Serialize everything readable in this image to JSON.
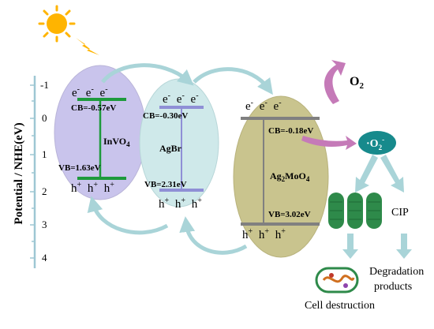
{
  "axis": {
    "label": "Potential / NHE(eV)",
    "ticks": [
      "-1",
      "0",
      "1",
      "2",
      "3",
      "4"
    ]
  },
  "invo4": {
    "name": "InVO",
    "name_sub": "4",
    "cb": "CB=-0.57eV",
    "vb": "VB=1.63eV",
    "electrons": [
      "e",
      "e",
      "e"
    ],
    "holes": [
      "h",
      "h",
      "h"
    ]
  },
  "agbr": {
    "name": "AgBr",
    "cb": "CB=-0.30eV",
    "vb": "VB=2.31eV",
    "electrons": [
      "e",
      "e",
      "e"
    ],
    "holes": [
      "h",
      "h",
      "h"
    ]
  },
  "ag2moo4": {
    "name_parts": [
      "Ag",
      "2",
      "MoO",
      "4"
    ],
    "cb": "CB=-0.18eV",
    "vb": "VB=3.02eV",
    "electrons": [
      "e",
      "e",
      "e"
    ],
    "holes": [
      "h",
      "h",
      "h"
    ]
  },
  "charges": {
    "electron_sup": "-",
    "hole_sup": "+"
  },
  "species": {
    "o2": "O",
    "o2_sub": "2",
    "superoxide_dot": "·",
    "superoxide": "O",
    "superoxide_sub": "2",
    "superoxide_sup": "-",
    "cip": "CIP"
  },
  "results": {
    "degradation_1": "Degradation",
    "degradation_2": "products",
    "cell": "Cell destruction"
  },
  "colors": {
    "invo4_fill": "#c9c4ec",
    "agbr_fill": "#cfe9ea",
    "ag2moo4_fill": "#c9c48e",
    "green_band": "#1e9a3c",
    "purple_band": "#8f8fd6",
    "gray_band": "#808080",
    "arrow_teal": "#a9d4d8",
    "arrow_pink": "#c57ab8",
    "superoxide_fill": "#178a8c",
    "bacteria": "#2e8a4a",
    "sun": "#ffb400"
  },
  "icons": [
    "sun-icon",
    "lightning-icon",
    "bacteria-icon",
    "cell-icon"
  ]
}
